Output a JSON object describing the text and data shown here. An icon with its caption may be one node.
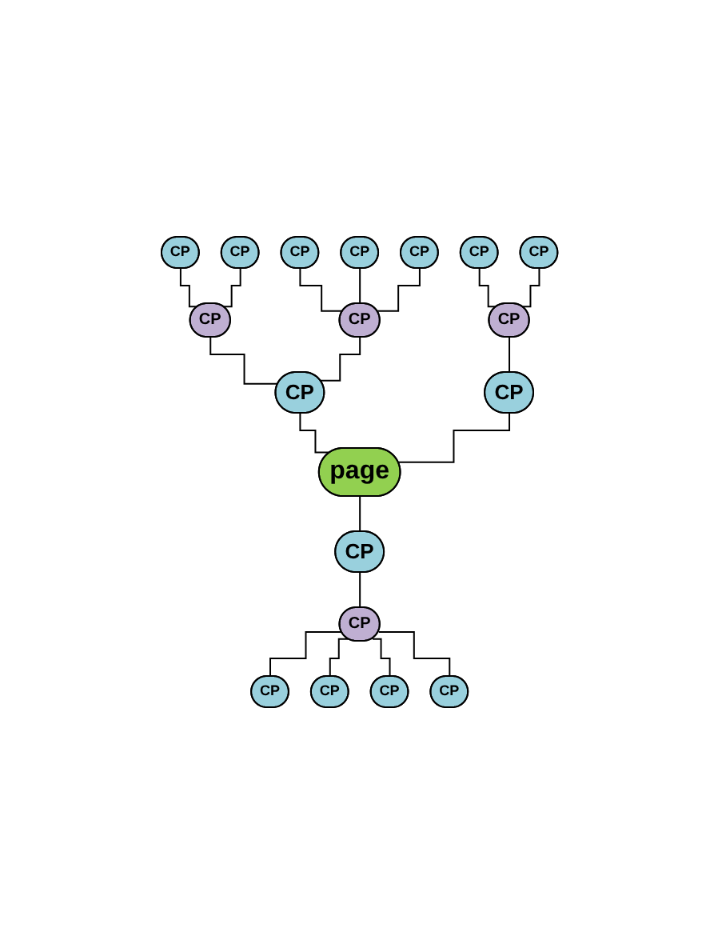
{
  "diagram": {
    "nodes": [
      {
        "text": [
          "CP"
        ]
      },
      {
        "text": [
          "CP"
        ]
      },
      {
        "text": [
          "CP"
        ]
      },
      {
        "text": [
          "CP"
        ]
      },
      {
        "text": [
          "CP"
        ]
      },
      {
        "text": [
          "CP"
        ]
      },
      {
        "text": [
          "CP"
        ]
      },
      {
        "text": [
          "CP"
        ]
      },
      {
        "text": [
          "CP"
        ]
      },
      {
        "text": [
          "CP"
        ]
      },
      {
        "text": [
          "CP"
        ]
      },
      {
        "text": [
          "CP"
        ]
      },
      {
        "text": [
          "page"
        ]
      },
      {
        "text": [
          "CP"
        ]
      },
      {
        "text": [
          "CP"
        ]
      },
      {
        "text": [
          "CP"
        ]
      },
      {
        "text": [
          "CP"
        ]
      },
      {
        "text": [
          "CP"
        ]
      },
      {
        "text": [
          "CP"
        ]
      }
    ],
    "edges": [
      {
        "from": 0,
        "to": 5,
        "arrow": "none"
      },
      {
        "from": 1,
        "to": 5,
        "arrow": "none"
      },
      {
        "from": 2,
        "to": 6,
        "arrow": "none"
      },
      {
        "from": 3,
        "to": 6,
        "arrow": "none"
      },
      {
        "from": 4,
        "to": 6,
        "arrow": "none"
      },
      {
        "from": 5,
        "to": 10,
        "arrow": "none"
      },
      {
        "from": 6,
        "to": 10,
        "arrow": "none"
      },
      {
        "from": 7,
        "to": 9,
        "arrow": "none"
      },
      {
        "from": 8,
        "to": 9,
        "arrow": "none"
      },
      {
        "from": 9,
        "to": 11,
        "arrow": "none"
      },
      {
        "from": 10,
        "to": 12,
        "arrow": "none"
      },
      {
        "from": 11,
        "to": 12,
        "arrow": "none"
      },
      {
        "from": 12,
        "to": 13,
        "arrow": "none"
      },
      {
        "from": 13,
        "to": 14,
        "arrow": "none"
      },
      {
        "from": 14,
        "to": 15,
        "arrow": "none"
      },
      {
        "from": 14,
        "to": 16,
        "arrow": "none"
      },
      {
        "from": 14,
        "to": 17,
        "arrow": "none"
      },
      {
        "from": 14,
        "to": 18,
        "arrow": "none"
      }
    ]
  }
}
